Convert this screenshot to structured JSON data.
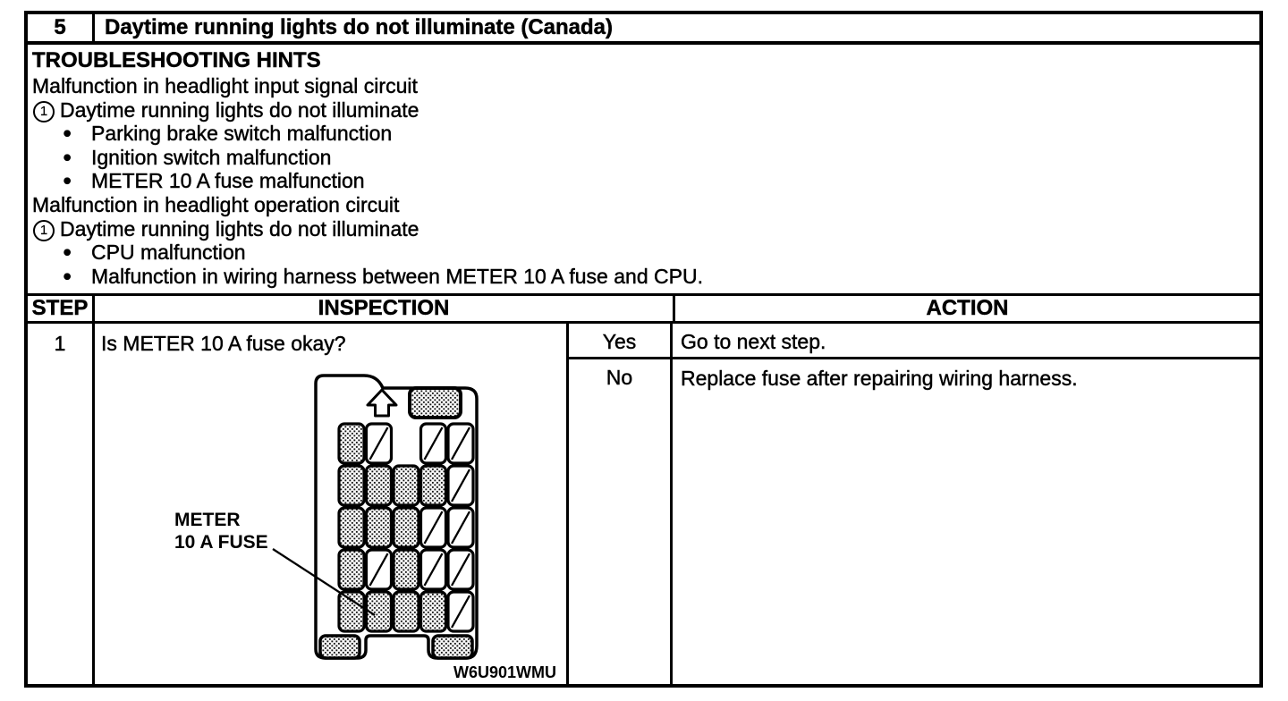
{
  "doc": {
    "item": {
      "number": "5",
      "title": "Daytime running lights do not illuminate (Canada)"
    },
    "hints": {
      "heading": "TROUBLESHOOTING HINTS",
      "lines": [
        {
          "type": "plain",
          "text": "Malfunction in headlight input signal circuit"
        },
        {
          "type": "circled",
          "num": "1",
          "text": "Daytime running lights do not illuminate"
        },
        {
          "type": "bullet",
          "text": "Parking brake switch malfunction"
        },
        {
          "type": "bullet",
          "text": "Ignition switch malfunction"
        },
        {
          "type": "bullet",
          "text": "METER 10 A fuse malfunction"
        },
        {
          "type": "plain",
          "text": "Malfunction in headlight operation circuit"
        },
        {
          "type": "circled",
          "num": "1",
          "text": "Daytime running lights do not illuminate"
        },
        {
          "type": "bullet",
          "text": "CPU malfunction"
        },
        {
          "type": "bullet",
          "text": "Malfunction in wiring harness between METER 10 A fuse and CPU."
        }
      ]
    },
    "table": {
      "headers": {
        "step": "STEP",
        "inspection": "INSPECTION",
        "action": "ACTION"
      },
      "row1": {
        "step": "1",
        "question": "Is METER 10 A fuse okay?",
        "yes": {
          "answer": "Yes",
          "action": "Go to next step."
        },
        "no": {
          "answer": "No",
          "action": "Replace fuse after repairing wiring harness."
        }
      }
    },
    "figure": {
      "label_line1": "METER",
      "label_line2": "10 A FUSE",
      "code": "W6U901WMU",
      "fuse_grid": {
        "rows": [
          [
            "hatched",
            "diagonal",
            "empty",
            "diagonal",
            "diagonal"
          ],
          [
            "hatched",
            "hatched",
            "hatched",
            "hatched",
            "diagonal"
          ],
          [
            "hatched",
            "hatched",
            "hatched",
            "diagonal",
            "diagonal"
          ],
          [
            "hatched",
            "diagonal",
            "hatched",
            "diagonal",
            "diagonal"
          ],
          [
            "hatched",
            "hatched",
            "hatched",
            "hatched",
            "diagonal"
          ]
        ],
        "top_fuse": "hatched",
        "bottom_left_fuse": "hatched",
        "bottom_right_fuse": "hatched",
        "labeled_fuse": {
          "row": 5,
          "col": 2
        }
      }
    },
    "colors": {
      "ink": "#000000",
      "paper": "#ffffff"
    }
  }
}
